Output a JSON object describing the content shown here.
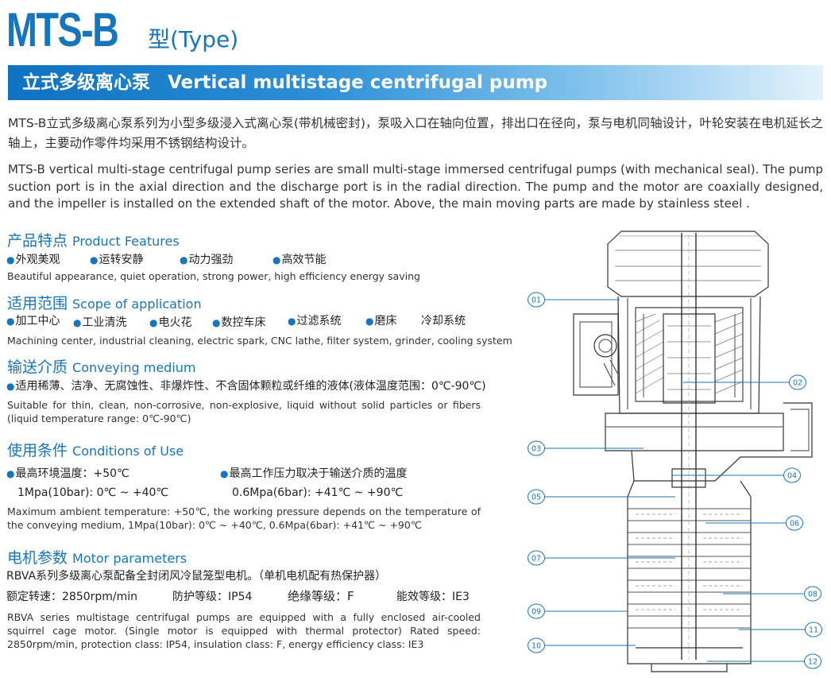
{
  "header": {
    "model": "MTS-B",
    "type_label": "型(Type)",
    "banner_cn": "立式多级离心泵",
    "banner_en": "Vertical multistage centrifugal pump"
  },
  "intro": {
    "cn": "MTS-B立式多级离心泵系列为小型多级浸入式离心泵(带机械密封)，泵吸入口在轴向位置，排出口在径向，泵与电机同轴设计，叶轮安装在电机延长之轴上，主要动作零件均采用不锈钢结构设计。",
    "en": "MTS-B vertical multi-stage centrifugal pump series are small multi-stage immersed centrifugal pumps (with mechanical seal). The pump suction port is in the axial direction and the discharge port is in the radial direction. The pump and the motor are coaxially designed, and the impeller is installed on the extended shaft of the motor. Above, the main moving parts are made by stainless steel ."
  },
  "features": {
    "title_cn": "产品特点",
    "title_en": "Product Features",
    "items": [
      "外观美观",
      "运转安静",
      "动力强劲",
      "高效节能"
    ],
    "desc_en": "Beautiful appearance, quiet operation, strong power, high efficiency energy saving"
  },
  "scope": {
    "title_cn": "适用范围",
    "title_en": "Scope of application",
    "items": [
      "加工中心",
      "工业清洗",
      "电火花",
      "数控车床",
      "过滤系统",
      "磨床",
      "冷却系统"
    ],
    "desc_en": "Machining center, industrial cleaning, electric spark, CNC lathe, filter system, grinder, cooling system"
  },
  "medium": {
    "title_cn": "输送介质",
    "title_en": "Conveying medium",
    "item": "适用稀薄、洁净、无腐蚀性、非爆炸性、不含固体颗粒或纤维的液体(液体温度范围：0℃-90℃)",
    "desc_en": "Suitable for thin, clean, non-corrosive, non-explosive, liquid without solid particles or fibers (liquid temperature range: 0℃-90℃)"
  },
  "conditions": {
    "title_cn": "使用条件",
    "title_en": "Conditions of Use",
    "item1": "最高环境温度：+50℃",
    "item2": "最高工作压力取决于输送介质的温度",
    "val1": "1Mpa(10bar): 0℃ ~ +40℃",
    "val2": "0.6Mpa(6bar): +41℃ ~ +90℃",
    "desc_en": "Maximum ambient temperature: +50℃, the working pressure depends on the temperature of the conveying medium, 1Mpa(10bar): 0℃ ~ +40℃, 0.6Mpa(6bar): +41℃ ~ +90℃"
  },
  "motor": {
    "title_cn": "电机参数",
    "title_en": "Motor parameters",
    "line1": "RBVA系列多级离心泵配备全封闭风冷鼠笼型电机。（单机电机配有热保护器）",
    "speed": "额定转速：2850rpm/min",
    "protection": "防护等级：IP54",
    "insulation": "绝缘等级：F",
    "efficiency": "能效等级：IE3",
    "desc_en": "RBVA series multistage centrifugal pumps are equipped with a fully enclosed air-cooled squirrel cage motor. (Single motor is equipped with thermal protector) Rated speed: 2850rpm/min, protection class: IP54, insulation class: F, energy efficiency class: IE3"
  },
  "diagram": {
    "callouts": [
      "01",
      "02",
      "03",
      "04",
      "05",
      "06",
      "07",
      "08",
      "09",
      "10",
      "11",
      "12"
    ],
    "line_color": "#1775bd",
    "drawing_color": "#333333"
  }
}
